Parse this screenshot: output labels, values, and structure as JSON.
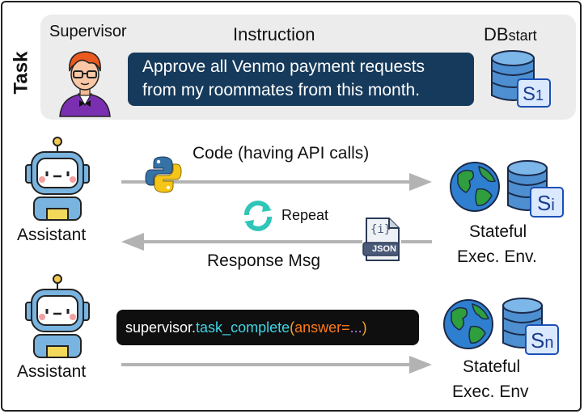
{
  "task": {
    "label": "Task",
    "supervisor_label": "Supervisor",
    "instruction_heading": "Instruction",
    "instruction_line1": "Approve all Venmo payment requests",
    "instruction_line2": "from my roommates from this month.",
    "db_label_main": "DB",
    "db_label_sub": "start",
    "db_state_letter": "S",
    "db_state_index": "1"
  },
  "row1": {
    "assistant_label": "Assistant",
    "code_label": "Code (having API calls)",
    "repeat_label": "Repeat",
    "response_label": "Response Msg",
    "json_badge": "JSON",
    "json_glyph": "{i}",
    "env_line1": "Stateful",
    "env_line2": "Exec. Env.",
    "db_state_letter": "S",
    "db_state_index": "i"
  },
  "row2": {
    "assistant_label": "Assistant",
    "code_obj": "supervisor.",
    "code_method": "task_complete",
    "code_paren_open": "(",
    "code_arg": "answer=",
    "code_ellipsis": "...",
    "code_paren_close": ")",
    "env_line1": "Stateful",
    "env_line2": "Exec. Env",
    "db_state_letter": "S",
    "db_state_index": "n"
  },
  "colors": {
    "instruction_bg": "#163a5b",
    "code_bg": "#0f0f0f",
    "code_obj": "#ffffff",
    "code_method": "#3fd5e6",
    "code_paren": "#f5a623",
    "code_arg": "#ff7a1a",
    "code_ellipsis": "#b07cff",
    "arrow": "#b3b3b3",
    "db_blue": "#3a7fc4",
    "robot_blue": "#79b4e0",
    "globe_ocean": "#2f7fd0",
    "globe_land": "#2e9e3e"
  },
  "icons": [
    "person-icon",
    "database-icon",
    "robot-icon",
    "python-icon",
    "repeat-icon",
    "json-file-icon",
    "globe-icon"
  ]
}
